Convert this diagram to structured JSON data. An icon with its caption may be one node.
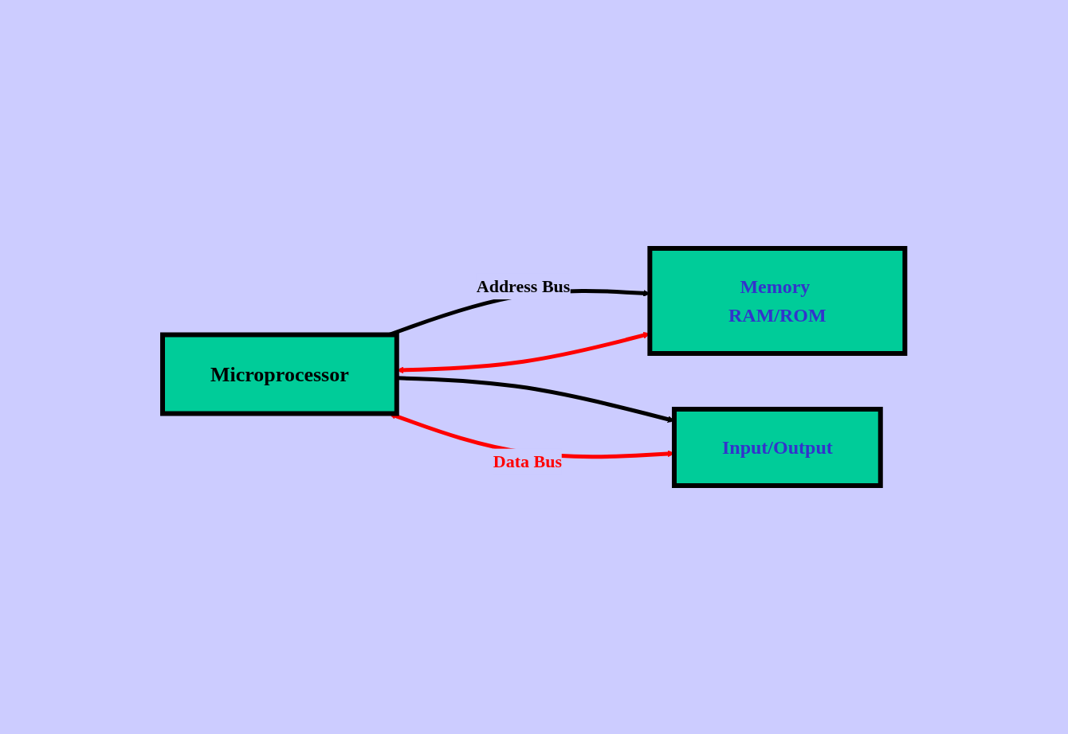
{
  "diagram": {
    "nodes": [
      {
        "text": [
          "Microprocessor"
        ]
      },
      {
        "text": [
          "Memory RAM/ROM"
        ]
      },
      {
        "text": [
          "Input/Output"
        ]
      }
    ],
    "edges": [
      {
        "from": 0,
        "to": 1,
        "arrow": "to",
        "label": "Address Bus"
      },
      {
        "from": 0,
        "to": 2,
        "arrow": "to"
      },
      {
        "from": 0,
        "to": 1,
        "arrow": "both",
        "color": "#ff0000"
      },
      {
        "from": 0,
        "to": 2,
        "arrow": "both",
        "label": "Data Bus",
        "color": "#ff0000"
      }
    ]
  }
}
